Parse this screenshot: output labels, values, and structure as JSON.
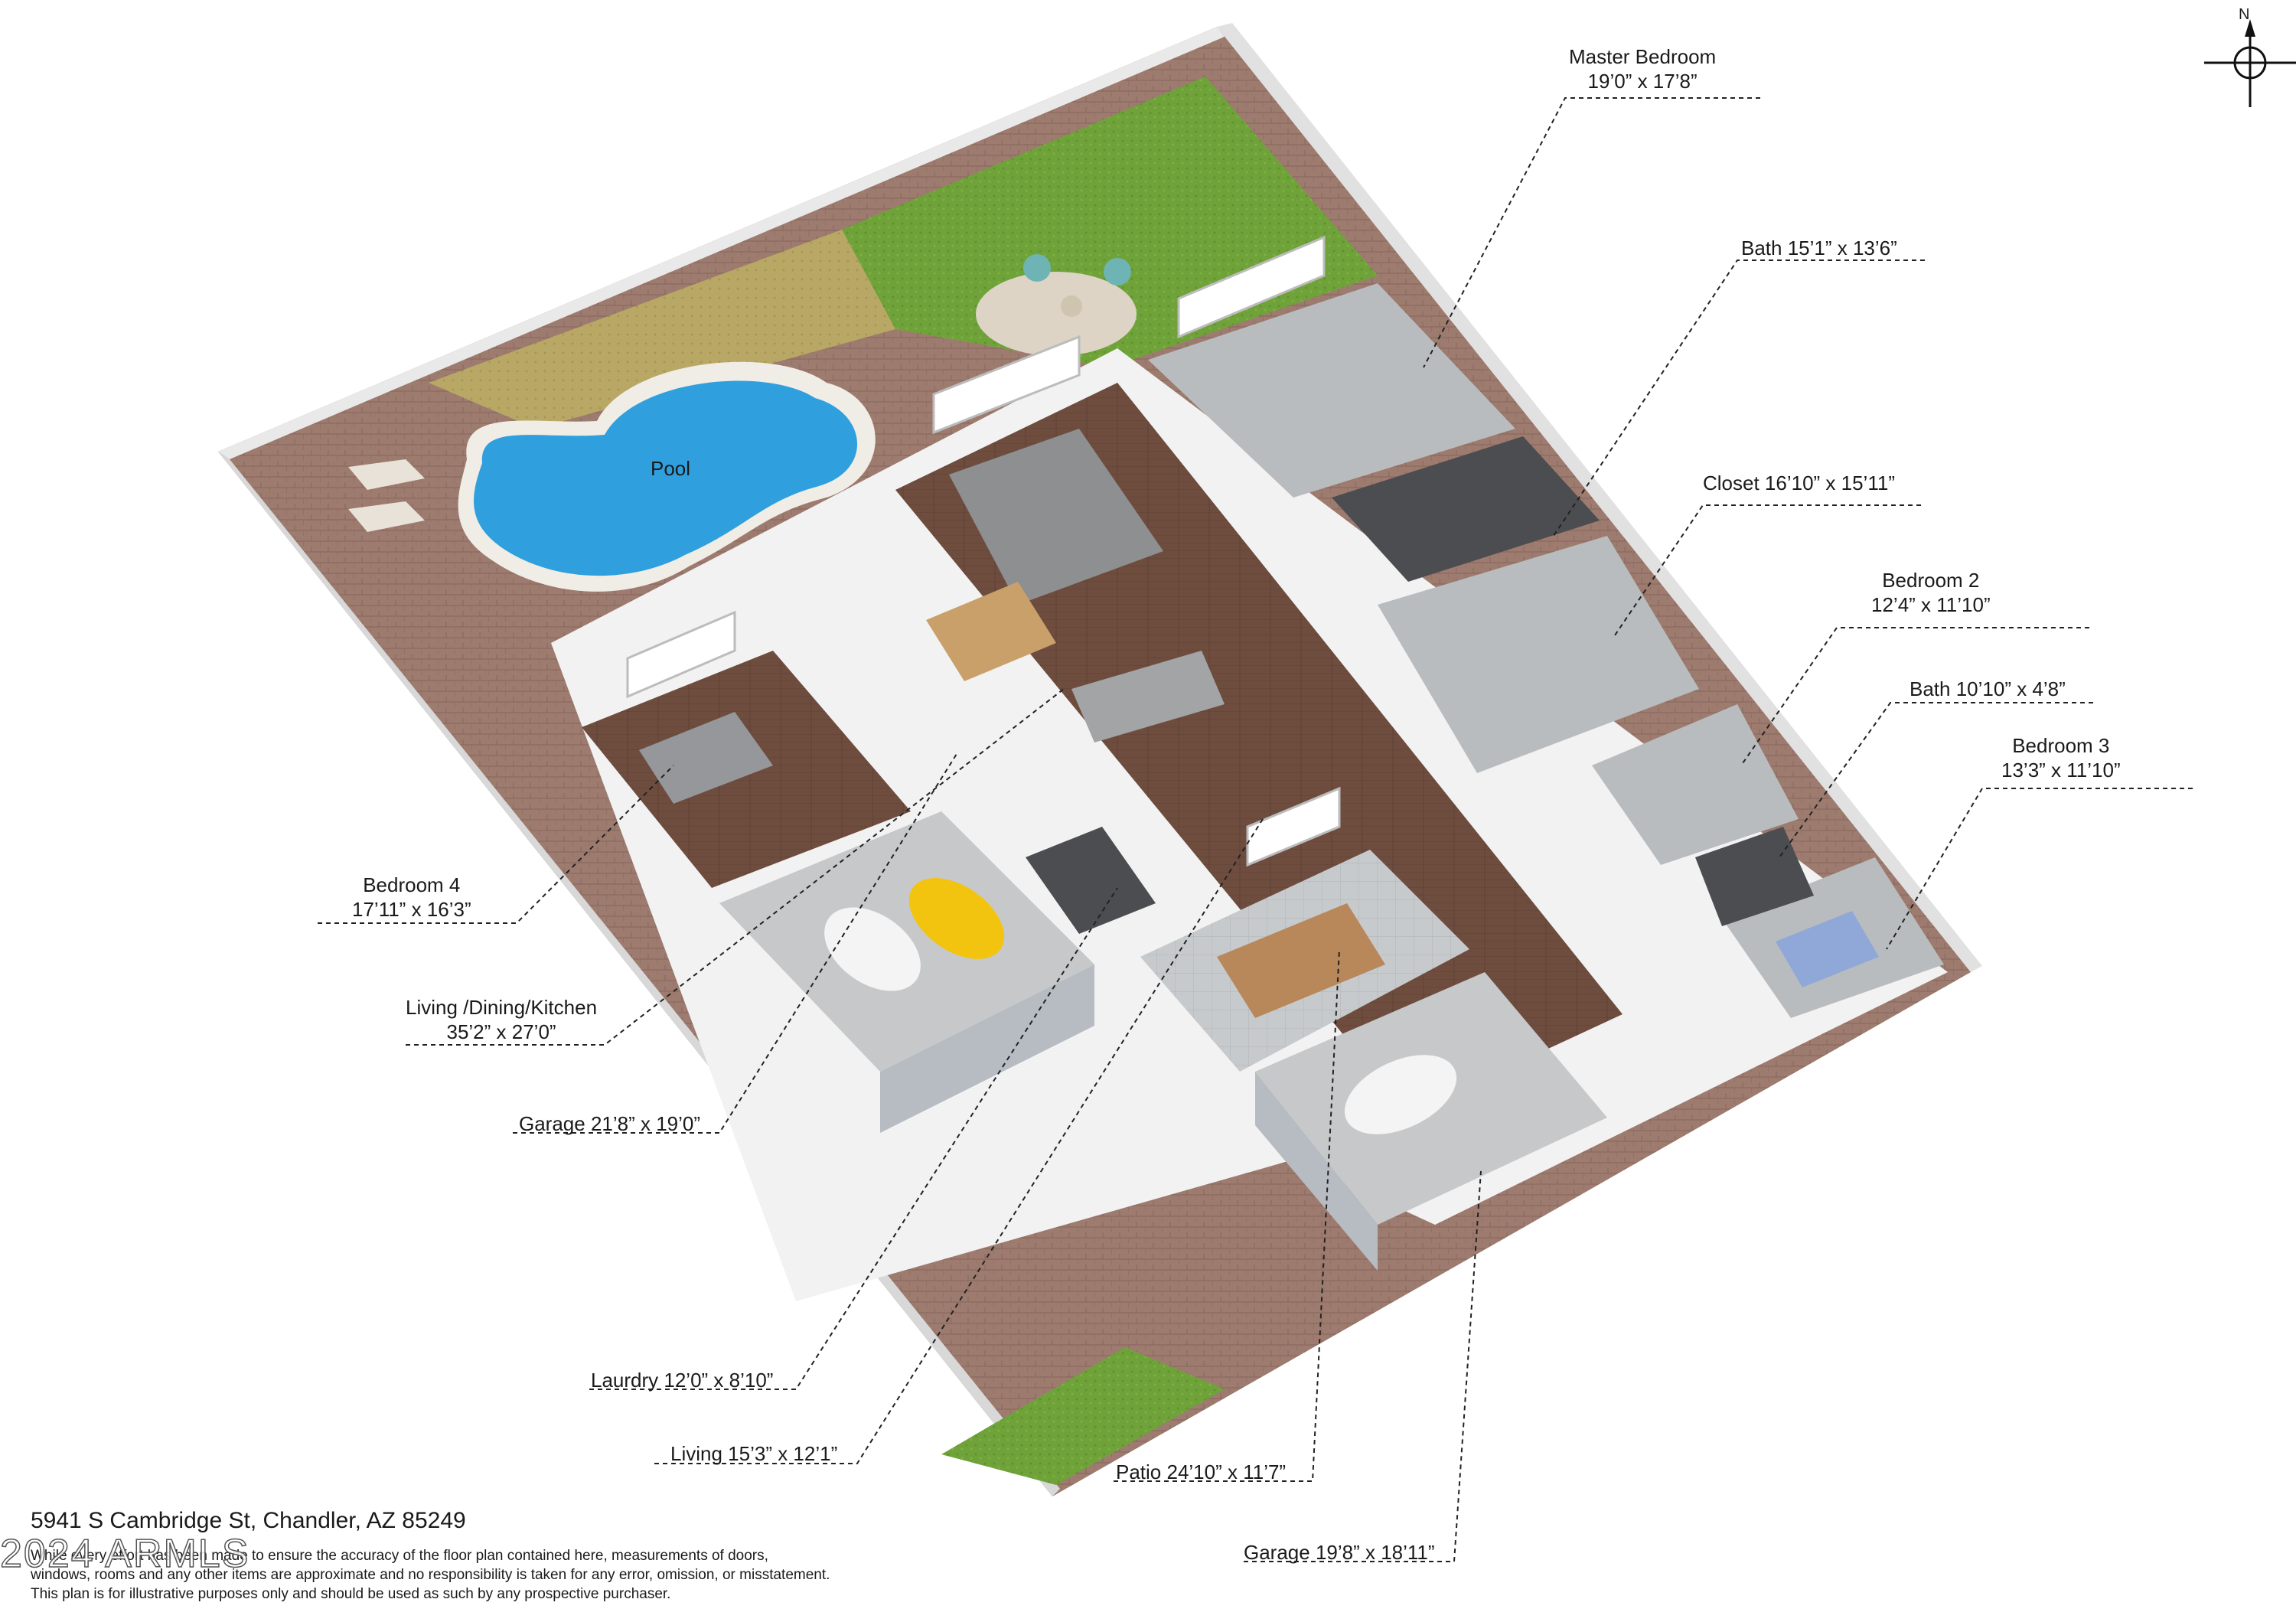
{
  "rooms": {
    "master_bedroom": {
      "name": "Master Bedroom",
      "size": "19’0” x 17’8”"
    },
    "master_bath": {
      "label": "Bath 15’1” x 13’6”"
    },
    "closet": {
      "label": "Closet 16’10” x 15’11”"
    },
    "bedroom2": {
      "name": "Bedroom 2",
      "size": "12’4” x 11’10”"
    },
    "bath2": {
      "label": "Bath 10’10” x 4’8”"
    },
    "bedroom3": {
      "name": "Bedroom 3",
      "size": "13’3” x 11’10”"
    },
    "bedroom4": {
      "name": "Bedroom 4",
      "size": "17’11” x 16’3”"
    },
    "living_dining_kitchen": {
      "name": "Living /Dining/Kitchen",
      "size": "35’2” x 27’0”"
    },
    "garage1": {
      "label": "Garage 21’8” x 19’0”"
    },
    "laundry": {
      "label": "Laurdry 12’0” x 8’10”"
    },
    "living": {
      "label": "Living 15’3” x 12’1”"
    },
    "patio": {
      "label": "Patio 24’10” x 11’7”"
    },
    "garage2": {
      "label": "Garage 19’8” x 18’11”"
    },
    "pool": {
      "label": "Pool"
    }
  },
  "compass": {
    "north": "N"
  },
  "footer": {
    "address": "5941 S Cambridge St, Chandler, AZ 85249",
    "disclaimer": [
      "While every effort has been made to ensure the accuracy of the floor plan contained here, measurements of doors,",
      "windows, rooms and any other items are approximate and no responsibility is taken for any error, omission, or misstatement.",
      "This plan is for illustrative purposes only and should be used as such by any prospective purchaser."
    ],
    "watermark": "2024 ARMLS"
  },
  "colors": {
    "paver": "#9e7b6f",
    "lawn": "#6fa33a",
    "pool": "#2f9fde",
    "floor_wood": "#6e4d3f",
    "floor_gray": "#b9bcbe",
    "wall": "#f4f4f4"
  }
}
